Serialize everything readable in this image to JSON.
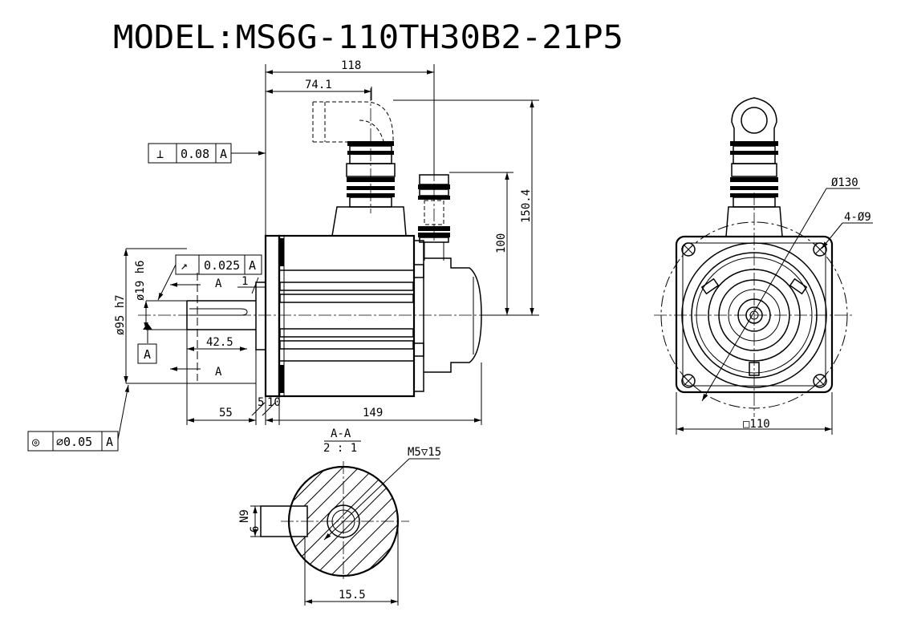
{
  "title": "MODEL:MS6G-110TH30B2-21P5",
  "side_view": {
    "dims": {
      "overall_length": "118",
      "connector_offset": "74.1",
      "height_total": "150.4",
      "height_axis": "100",
      "shaft_length": "55",
      "body_length": "149",
      "key_length": "42.5",
      "flange_thk_1": "5",
      "flange_thk_2": "10",
      "step": "1",
      "shaft_dia": "ø19 h6",
      "pilot_dia": "ø95 h7"
    },
    "datum_label": "A",
    "section_label": "A",
    "fcf_perp": {
      "symbol": "⊥",
      "value": "0.08",
      "datum": "A"
    },
    "fcf_runout": {
      "symbol": "↗",
      "value": "0.025",
      "datum": "A"
    },
    "fcf_concentric": {
      "symbol": "◎",
      "value": "∅0.05",
      "datum": "A"
    }
  },
  "front_view": {
    "dims": {
      "pcd": "Ø130",
      "holes": "4-Ø9",
      "flange_square": "□110"
    }
  },
  "section_view": {
    "title": "A-A",
    "scale": "2 : 1",
    "thread": "M5▽15",
    "key_height": "6",
    "key_width": "N9",
    "height": "15.5"
  }
}
